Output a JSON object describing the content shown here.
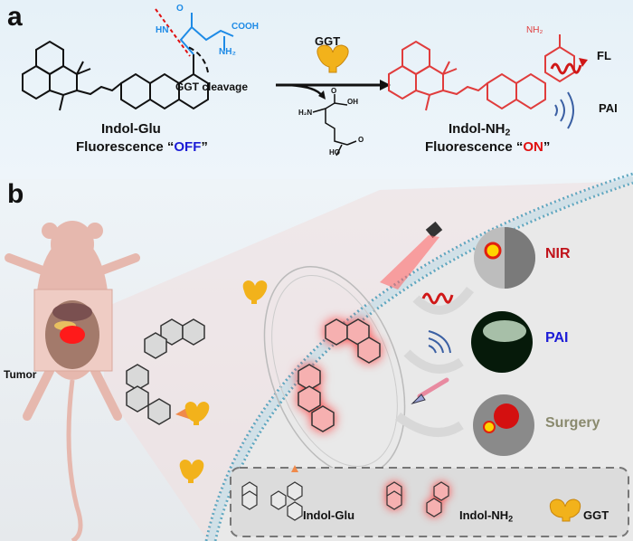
{
  "panel_a": {
    "letter": "a",
    "reactant": {
      "name": "Indol-Glu",
      "state_prefix": "Fluorescence “",
      "state_value": "OFF",
      "state_suffix": "”",
      "state_color": "#1b1bd6",
      "glu_group_labels": {
        "hn": "HN",
        "o": "O",
        "cooh": "COOH",
        "nh2": "NH₂"
      },
      "cleavage_label": "GGT cleavage"
    },
    "enzyme_label": "GGT",
    "byproduct_labels": {
      "oh": "OH",
      "h2n": "H₂N",
      "o1": "O",
      "o2": "O",
      "ho": "HO"
    },
    "product": {
      "name_main": "Indol-NH",
      "name_sub": "2",
      "amine_label": "NH₂",
      "state_prefix": "Fluorescence “",
      "state_value": "ON",
      "state_suffix": "”",
      "state_color": "#e01010"
    },
    "signals": [
      {
        "label": "FL",
        "icon": "wavy-arrow-icon"
      },
      {
        "label": "PAI",
        "icon": "sound-wave-icon"
      }
    ]
  },
  "panel_b": {
    "letter": "b",
    "tumor_label": "Tumor",
    "outputs": [
      {
        "label": "NIR",
        "color": "#c0121a",
        "icon": "wavy-arrow-icon"
      },
      {
        "label": "PAI",
        "color": "#1b1bd6",
        "icon": "sound-wave-icon"
      },
      {
        "label": "Surgery",
        "color": "#8a8a6e",
        "icon": "scalpel-icon"
      }
    ],
    "legend": [
      {
        "label": "Indol-Glu"
      },
      {
        "label_main": "Indol-NH",
        "label_sub": "2"
      },
      {
        "label": "GGT"
      }
    ]
  },
  "colors": {
    "molecule_on": "#e03c3c",
    "glu_blue": "#1e8be6",
    "enzyme_yellow": "#f2b21b",
    "membrane": "#5fa7c0"
  }
}
